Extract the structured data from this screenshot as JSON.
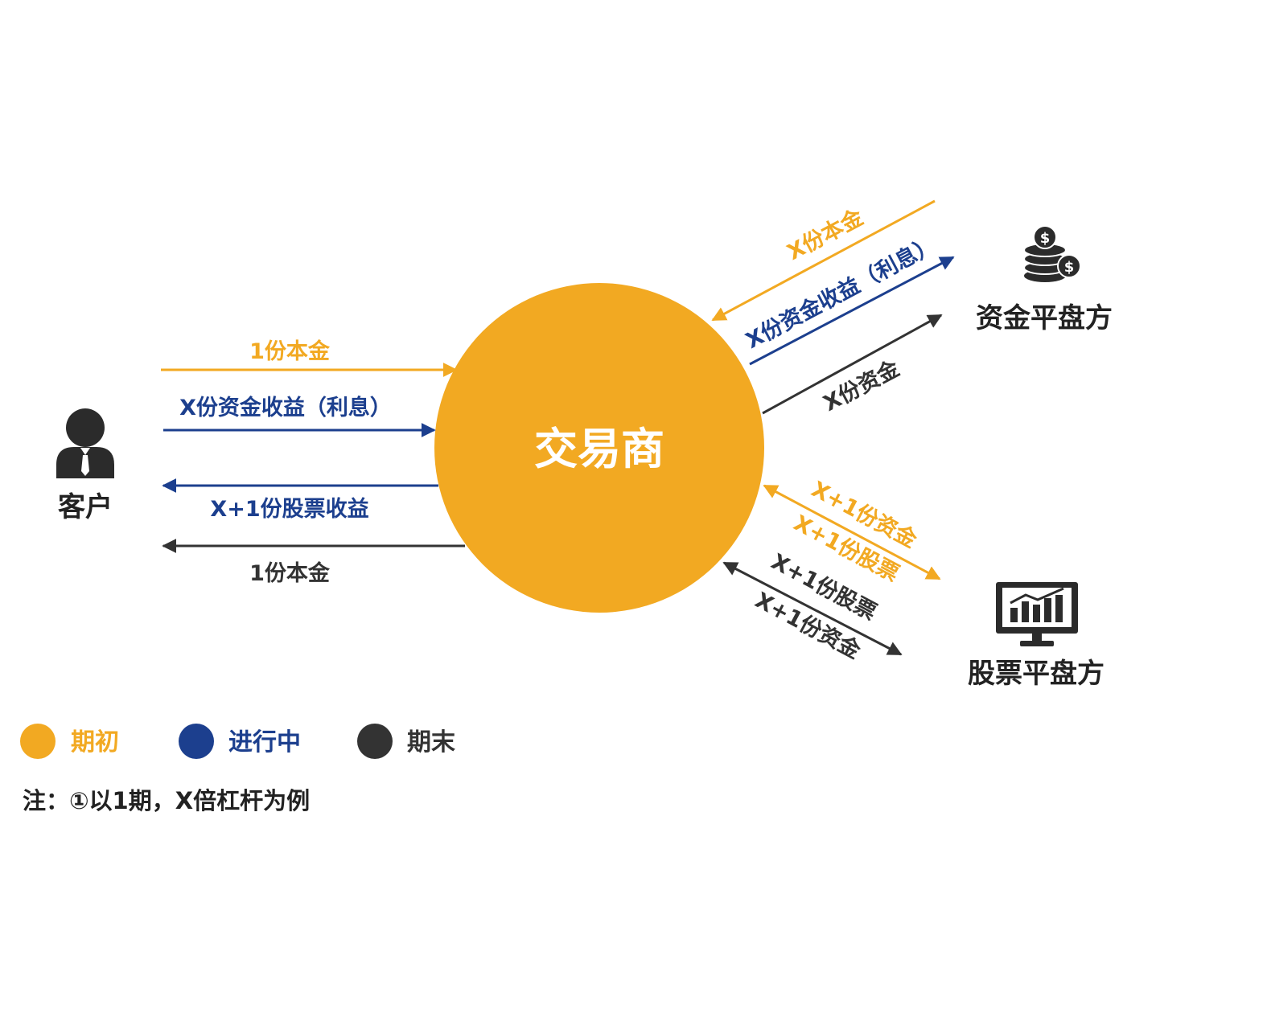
{
  "colors": {
    "initial": "#F2A922",
    "ongoing": "#1C3F8E",
    "final": "#333333",
    "icon": "#2B2B2B"
  },
  "center": {
    "label": "交易商"
  },
  "nodes": {
    "client": {
      "label": "客户",
      "icon": "person-icon"
    },
    "fund_counterparty": {
      "label": "资金平盘方",
      "icon": "coins-icon"
    },
    "stock_counterparty": {
      "label": "股票平盘方",
      "icon": "chart-monitor-icon"
    }
  },
  "flows": {
    "client_principal_in": "1份本金",
    "client_interest_in": "X份资金收益（利息）",
    "client_stock_return_out": "X+1份股票收益",
    "client_principal_out": "1份本金",
    "fund_principal_in": "X份本金",
    "fund_interest_out": "X份资金收益（利息）",
    "fund_capital_out": "X份资金",
    "stock_initial_fund": "X+1份资金",
    "stock_initial_shares": "X+1份股票",
    "stock_final_shares": "X+1份股票",
    "stock_final_fund": "X+1份资金"
  },
  "legend": [
    {
      "label": "期初",
      "color_key": "initial"
    },
    {
      "label": "进行中",
      "color_key": "ongoing"
    },
    {
      "label": "期末",
      "color_key": "final"
    }
  ],
  "note": "注：①以1期，X倍杠杆为例"
}
